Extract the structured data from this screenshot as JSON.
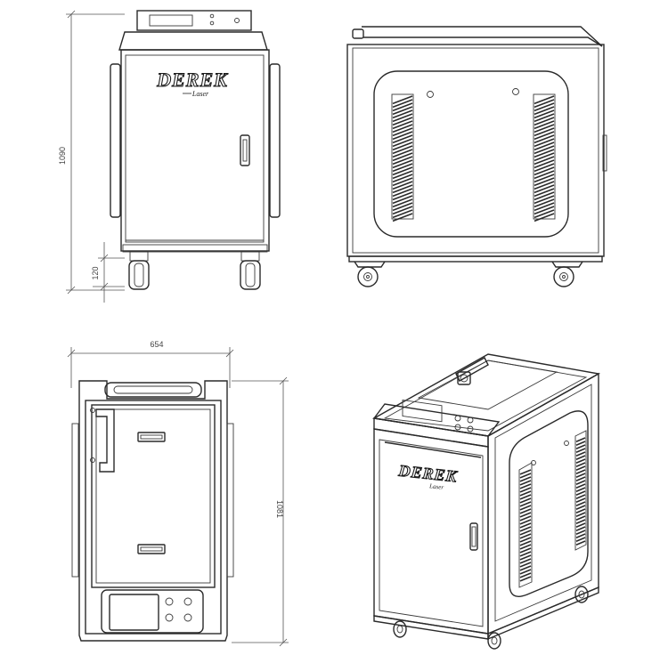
{
  "brand": {
    "name": "DEREK",
    "sub": "Laser"
  },
  "dimensions": {
    "front_height": "1090",
    "wheel_height": "120",
    "top_width": "654",
    "top_depth": "1081"
  }
}
